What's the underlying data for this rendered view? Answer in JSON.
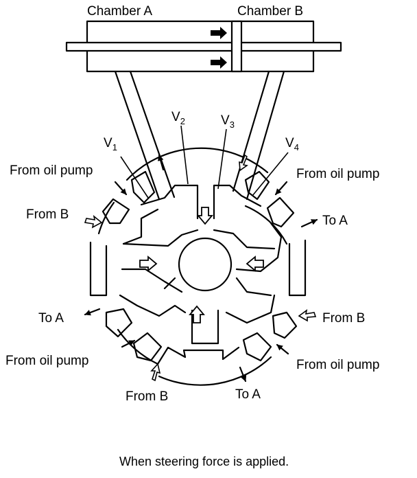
{
  "labels": {
    "chamber_a": "Chamber A",
    "chamber_b": "Chamber B",
    "v1": "V",
    "v1_sub": "1",
    "v2": "V",
    "v2_sub": "2",
    "v3": "V",
    "v3_sub": "3",
    "v4": "V",
    "v4_sub": "4",
    "from_oil_pump_left_top": "From oil pump",
    "from_oil_pump_right_top": "From oil pump",
    "from_b_left": "From B",
    "to_a_right": "To A",
    "to_a_left": "To A",
    "from_b_right": "From B",
    "from_oil_pump_left_bottom": "From oil pump",
    "from_oil_pump_right_bottom": "From oil pump",
    "from_b_bottom": "From B",
    "to_a_bottom": "To A"
  },
  "caption": "When steering force is applied.",
  "colors": {
    "ink": "#000000",
    "background": "#ffffff"
  }
}
